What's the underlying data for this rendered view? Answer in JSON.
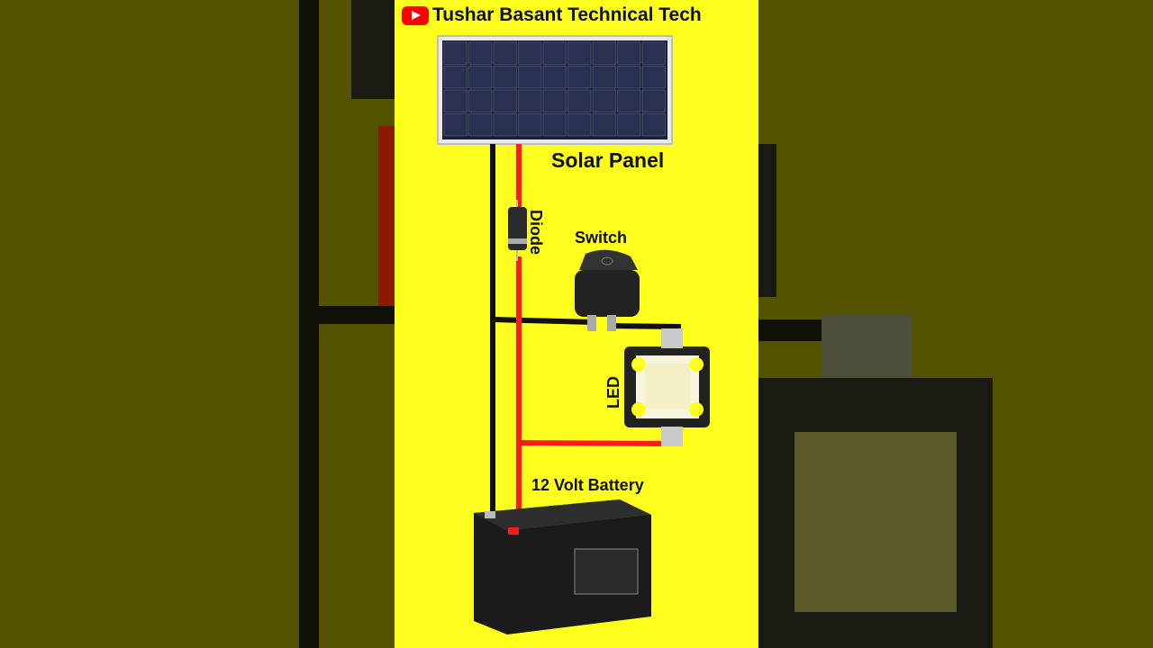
{
  "header": {
    "channel_name": "Tushar Basant Technical Tech",
    "logo_icon": "youtube-play-icon"
  },
  "components": {
    "solar_panel": "Solar Panel",
    "diode": "Diode",
    "switch": "Switch",
    "led": "LED",
    "battery": "12 Volt Battery"
  },
  "colors": {
    "background": "#ffff1f",
    "side_panels": "#545400",
    "positive_wire": "#ff1a1a",
    "negative_wire": "#111111",
    "youtube_red": "#ff0000"
  }
}
